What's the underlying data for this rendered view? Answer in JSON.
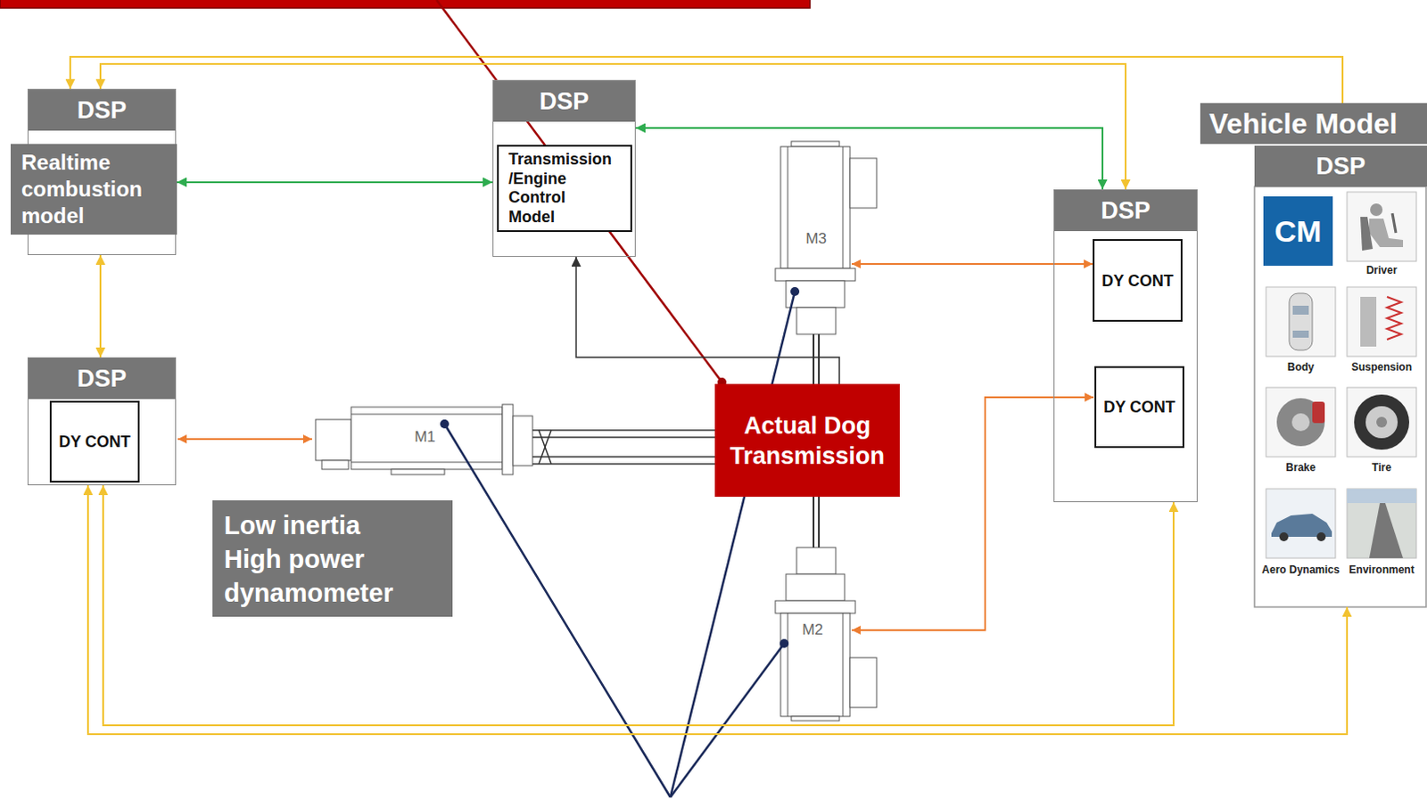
{
  "diagram": {
    "nodes": [
      {
        "text": [
          "DSP"
        ]
      },
      {
        "text": [
          "Realtime combustion model"
        ],
        "in": 0
      },
      {
        "text": [
          "DSP"
        ]
      },
      {
        "text": [
          "Transmission /Engine Control Model"
        ],
        "in": 2
      },
      {
        "text": [
          "Vehicle Model",
          "DSP"
        ]
      },
      {
        "text": [
          "DSP"
        ]
      },
      {
        "text": [
          "DY CONT"
        ],
        "in": 5
      },
      {
        "text": [
          "DY CONT"
        ],
        "in": 5
      },
      {
        "text": [
          "DSP"
        ]
      },
      {
        "text": [
          "DY CONT"
        ],
        "in": 8
      },
      {
        "text": [
          "Actual Dog Transmission"
        ]
      },
      {
        "text": [
          "Low inertia High power dynamometer"
        ]
      }
    ],
    "edges": [
      {
        "from": 1,
        "to": 2,
        "arrow": "both"
      },
      {
        "from": 2,
        "to": 5,
        "arrow": "both"
      },
      {
        "from": 10,
        "to": 2,
        "arrow": "to"
      },
      {
        "from": 4,
        "to": 0,
        "arrow": "to"
      },
      {
        "from": 0,
        "to": 5,
        "arrow": "both"
      },
      {
        "from": 0,
        "to": 8,
        "arrow": "both"
      },
      {
        "from": 8,
        "to": 5,
        "arrow": "both"
      },
      {
        "from": 8,
        "to": 4,
        "arrow": "both"
      }
    ],
    "labels": [
      "M3",
      "M1",
      "M2",
      "CM",
      "Driver",
      "Body",
      "Suspension",
      "Brake",
      "Tire",
      "Aero Dynamics",
      "Environment"
    ]
  }
}
